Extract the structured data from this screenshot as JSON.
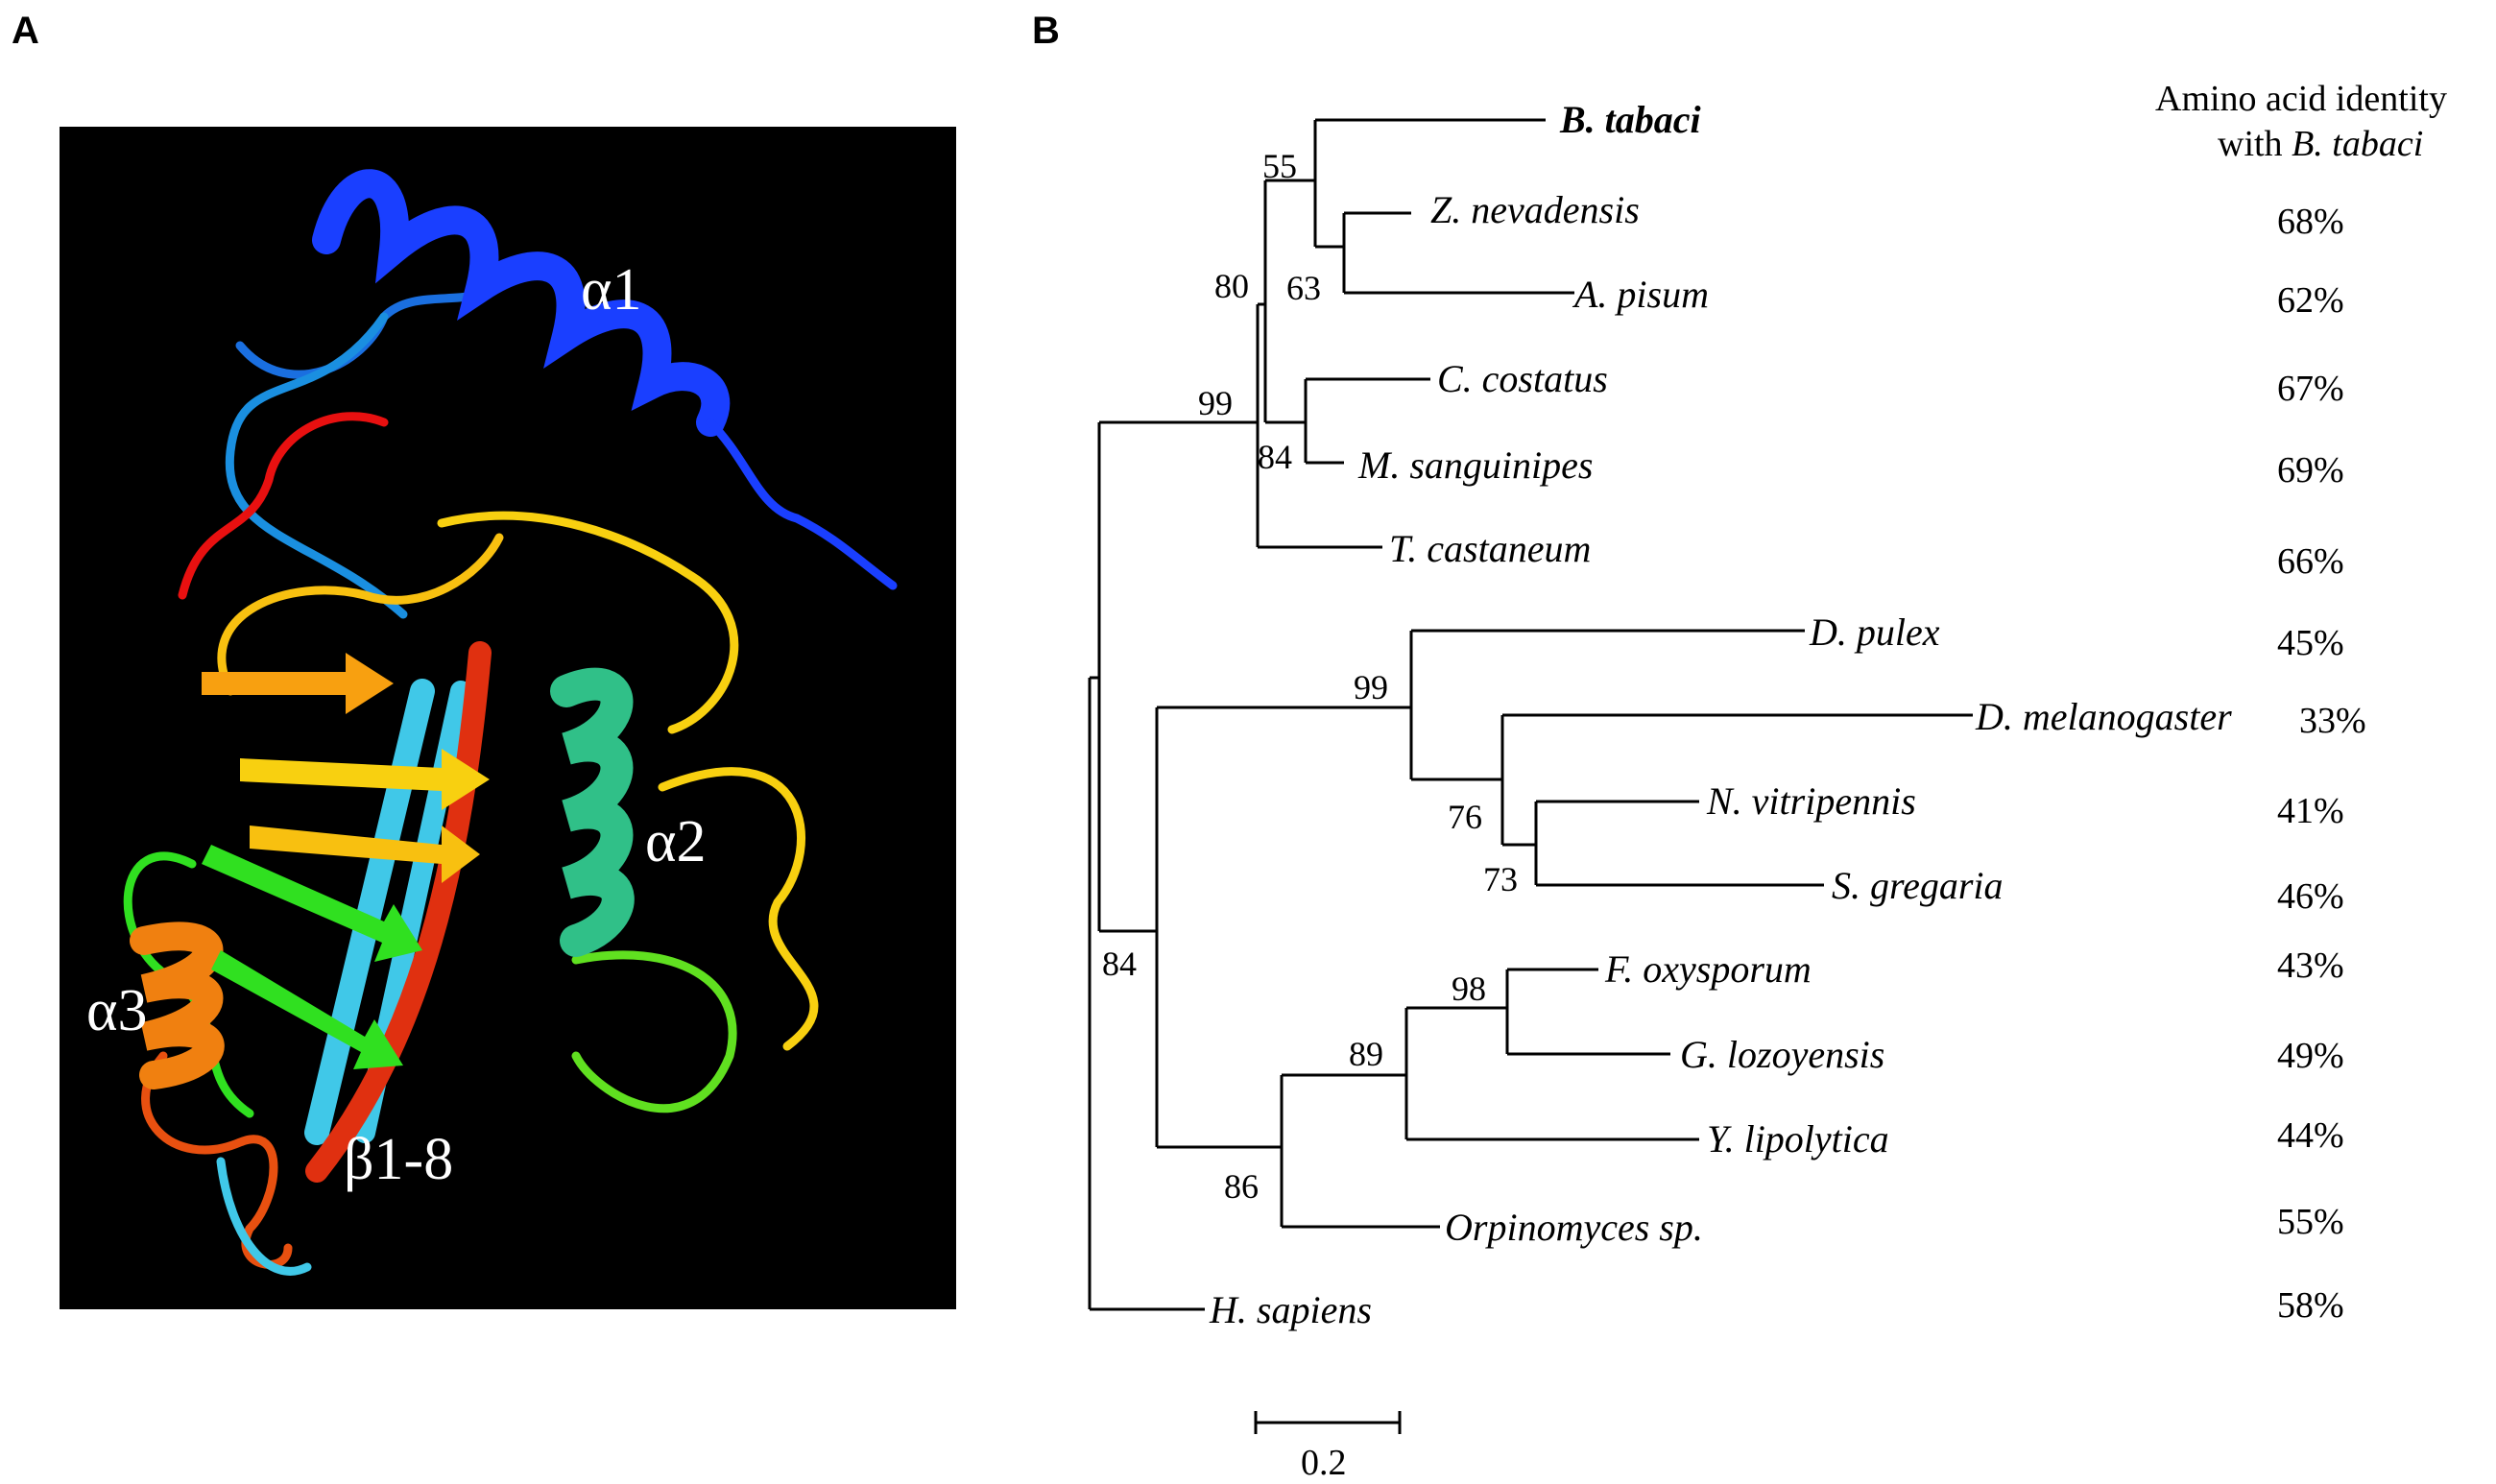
{
  "panels": {
    "a": "A",
    "b": "B"
  },
  "structure": {
    "labels": {
      "alpha1": "α1",
      "alpha2": "α2",
      "alpha3": "α3",
      "beta": "β1-8"
    },
    "colors": {
      "background": "#000000",
      "blue": "#1a3fff",
      "cyan": "#40c8e8",
      "green": "#30e020",
      "teal": "#30c088",
      "yellow": "#f8d010",
      "orange": "#f09010",
      "red": "#e02010"
    }
  },
  "tree": {
    "header_line1": "Amino acid identity",
    "header_line2_prefix": "with",
    "header_line2_species": "B. tabaci",
    "taxa": [
      {
        "name": "B. tabaci",
        "identity": ""
      },
      {
        "name": "Z. nevadensis",
        "identity": "68%"
      },
      {
        "name": "A. pisum",
        "identity": "62%"
      },
      {
        "name": "C. costatus",
        "identity": "67%"
      },
      {
        "name": "M. sanguinipes",
        "identity": "69%"
      },
      {
        "name": "T. castaneum",
        "identity": "66%"
      },
      {
        "name": "D. pulex",
        "identity": "45%"
      },
      {
        "name": "D. melanogaster",
        "identity": "33%"
      },
      {
        "name": "N. vitripennis",
        "identity": "41%"
      },
      {
        "name": "S. gregaria",
        "identity": "46%"
      },
      {
        "name": "F. oxysporum",
        "identity": "43%"
      },
      {
        "name": "G. lozoyensis",
        "identity": "49%"
      },
      {
        "name": "Y. lipolytica",
        "identity": "44%"
      },
      {
        "name": "Orpinomyces sp.",
        "identity": "55%"
      },
      {
        "name": "H. sapiens",
        "identity": "58%"
      }
    ],
    "bootstrap": {
      "n55": "55",
      "n63": "63",
      "n80": "80",
      "n84a": "84",
      "n99a": "99",
      "n99b": "99",
      "n76": "76",
      "n73": "73",
      "n84b": "84",
      "n98": "98",
      "n89": "89",
      "n86": "86"
    },
    "scale_label": "0.2"
  }
}
